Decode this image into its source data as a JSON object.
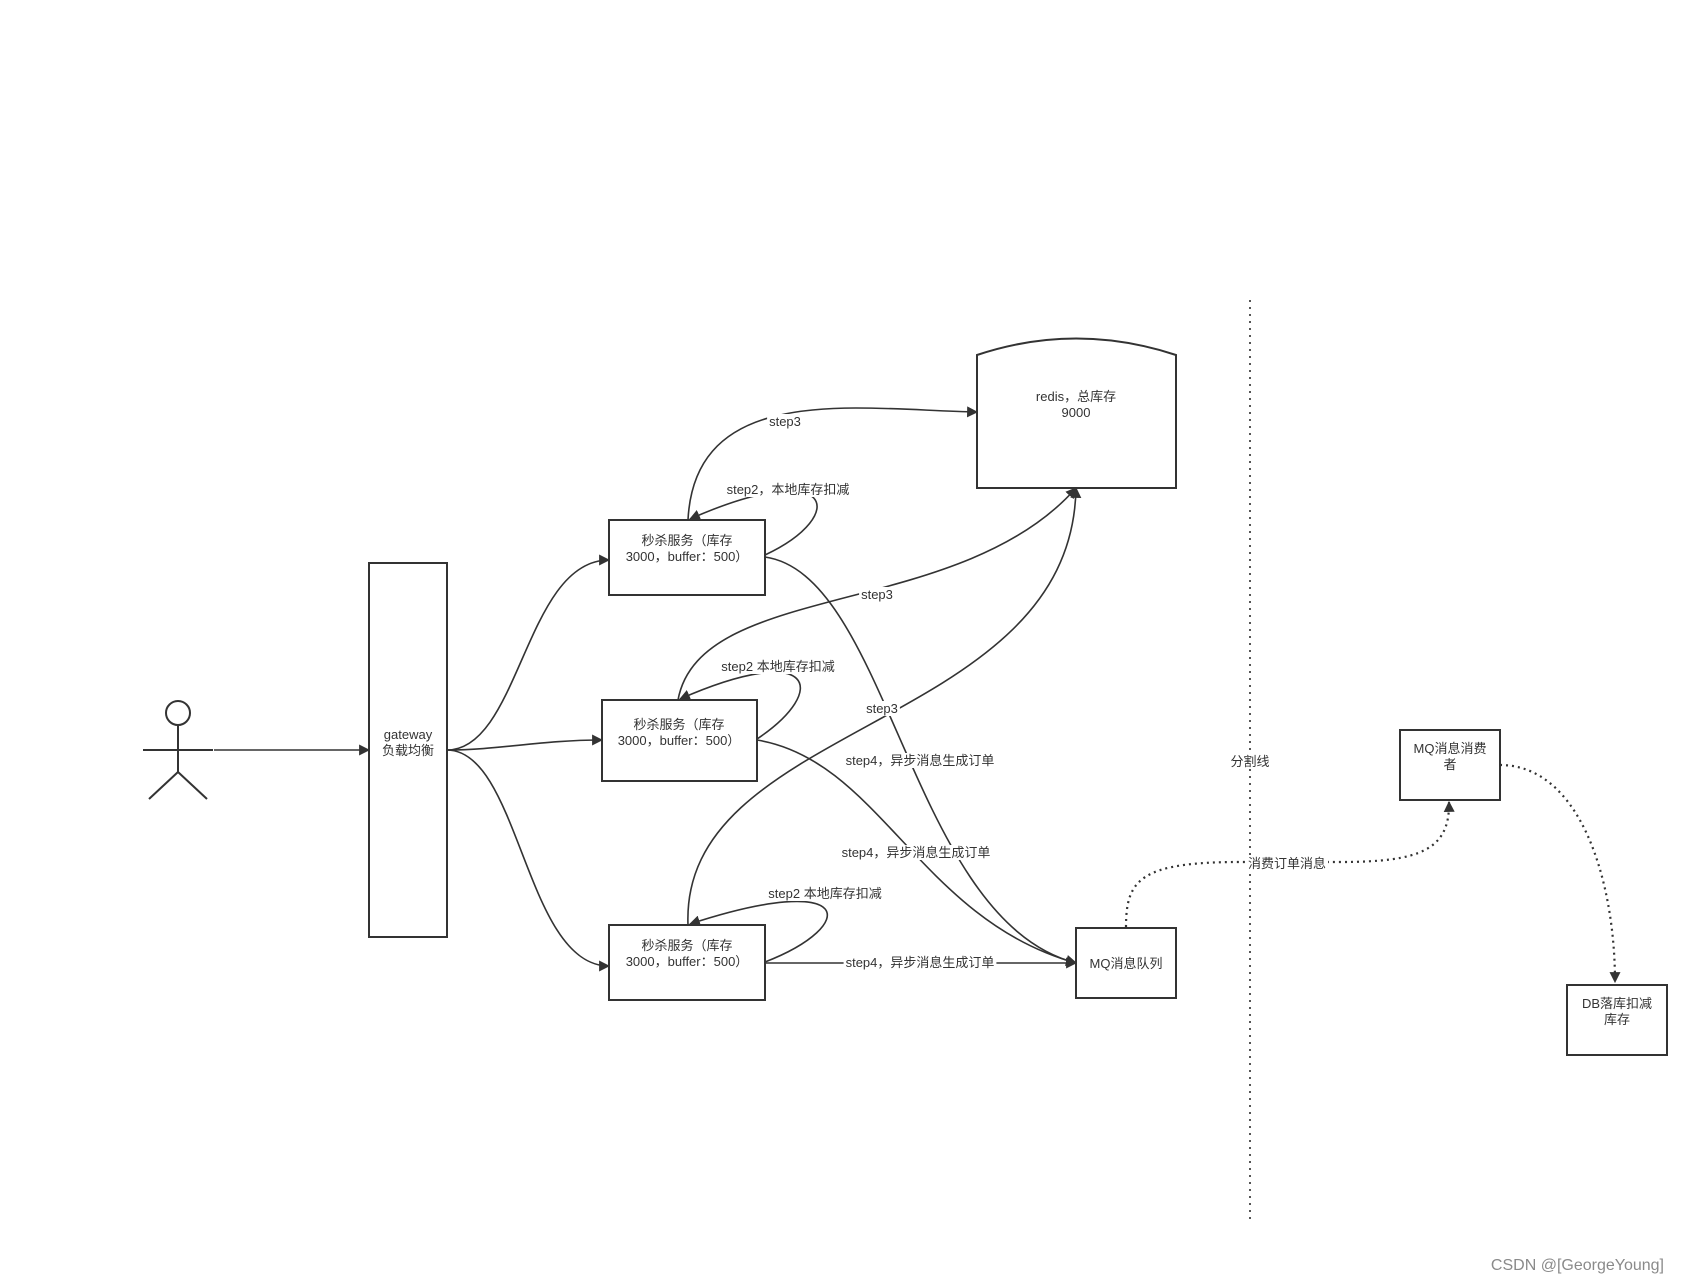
{
  "nodes": {
    "gateway": [
      "gateway",
      "负载均衡"
    ],
    "seckill_1": [
      "秒杀服务（库存",
      "3000，buffer：500）"
    ],
    "seckill_2": [
      "秒杀服务（库存",
      "3000，buffer：500）"
    ],
    "seckill_3": [
      "秒杀服务（库存",
      "3000，buffer：500）"
    ],
    "redis": [
      "redis，总库存",
      "9000"
    ],
    "mq": [
      "MQ消息队列"
    ],
    "mq_consumer": [
      "MQ消息消费",
      "者"
    ],
    "db": [
      "DB落库扣减",
      "库存"
    ]
  },
  "edges": {
    "step3_1": "step3",
    "step3_2": "step3",
    "step3_3": "step3",
    "step2_1": "step2，本地库存扣减",
    "step2_2": "step2 本地库存扣减",
    "step2_3": "step2 本地库存扣减",
    "step4_1": "step4，异步消息生成订单",
    "step4_2": "step4，异步消息生成订单",
    "step4_3": "step4，异步消息生成订单",
    "consume": "消费订单消息"
  },
  "divider_label": "分割线",
  "watermark": "CSDN @[GeorgeYoung]"
}
